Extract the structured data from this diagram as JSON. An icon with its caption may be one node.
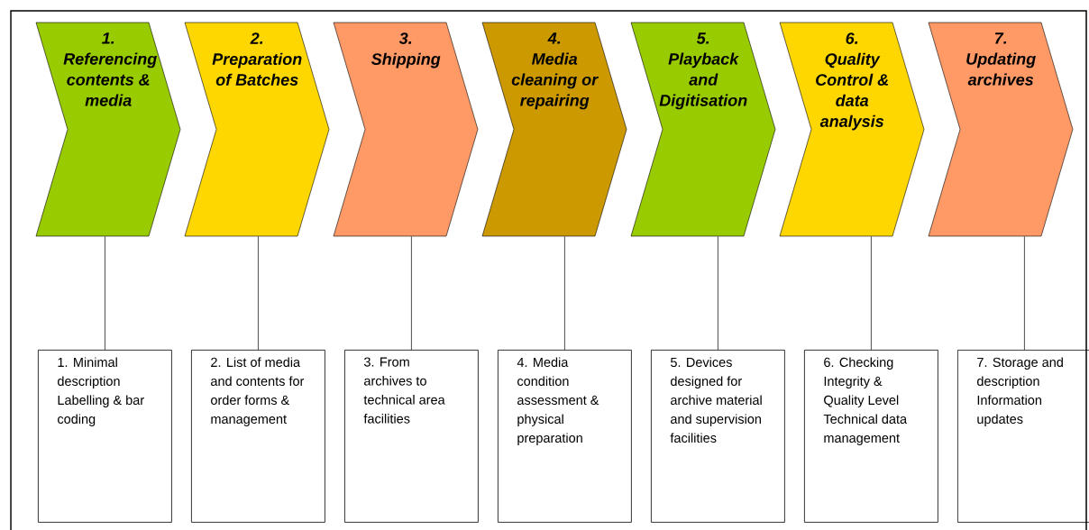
{
  "diagram": {
    "nodes": [
      {
        "text": [
          "1.",
          "Referencing contents & media"
        ]
      },
      {
        "text": [
          "2.",
          "Preparation of Batches"
        ]
      },
      {
        "text": [
          "3.",
          "Shipping"
        ]
      },
      {
        "text": [
          "4.",
          "Media cleaning or repairing"
        ]
      },
      {
        "text": [
          "5.",
          "Playback and Digitisation"
        ]
      },
      {
        "text": [
          "6.",
          "Quality Control & data analysis"
        ]
      },
      {
        "text": [
          "7.",
          "Updating archives"
        ]
      },
      {
        "text": [
          "1. Minimal description Labelling & bar coding"
        ]
      },
      {
        "text": [
          "2. List of media and contents for order forms & management"
        ]
      },
      {
        "text": [
          "3. From archives to technical area facilities"
        ]
      },
      {
        "text": [
          "4. Media condition assessment & physical preparation"
        ]
      },
      {
        "text": [
          "5. Devices designed for archive material and supervision facilities"
        ]
      },
      {
        "text": [
          "6. Checking Integrity & Quality Level Technical data management"
        ]
      },
      {
        "text": [
          "7. Storage and description Information updates"
        ]
      }
    ],
    "edges": [
      {
        "from": 0,
        "to": 7,
        "arrow": "none"
      },
      {
        "from": 1,
        "to": 8,
        "arrow": "none"
      },
      {
        "from": 2,
        "to": 9,
        "arrow": "none"
      },
      {
        "from": 3,
        "to": 10,
        "arrow": "none"
      },
      {
        "from": 4,
        "to": 11,
        "arrow": "none"
      },
      {
        "from": 5,
        "to": 12,
        "arrow": "none"
      },
      {
        "from": 6,
        "to": 13,
        "arrow": "none"
      }
    ]
  }
}
